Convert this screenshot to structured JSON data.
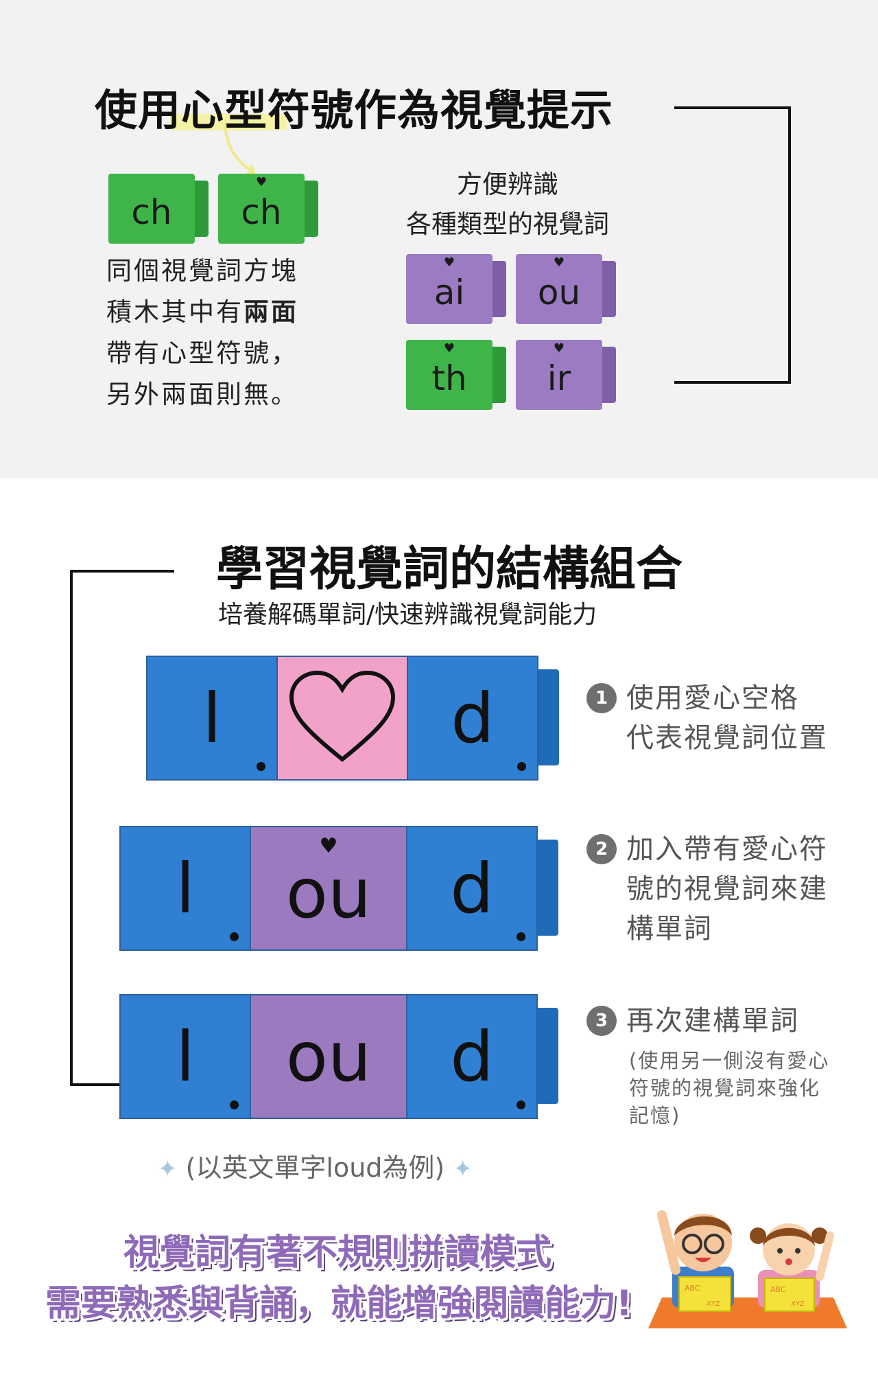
{
  "section1": {
    "title": "使用心型符號作為視覺提示",
    "pair_blocks": [
      "ch",
      "ch"
    ],
    "description_lines": [
      "同個視覺詞方塊",
      "積木其中有",
      "兩面",
      "帶有心型符號，",
      "另外兩面則無。"
    ],
    "caption_lines": [
      "方便辨識",
      "各種類型的視覺詞"
    ],
    "grid_blocks": [
      {
        "text": "ai",
        "color": "purple"
      },
      {
        "text": "ou",
        "color": "purple"
      },
      {
        "text": "th",
        "color": "green"
      },
      {
        "text": "ir",
        "color": "purple"
      }
    ],
    "heart_symbol": "♥"
  },
  "section2": {
    "title": "學習視覺詞的結構組合",
    "subtitle": "培養解碼單詞/快速辨識視覺詞能力",
    "rows": [
      {
        "left": "l",
        "middle": "",
        "right": "d",
        "middle_color": "pink",
        "middle_heart": true
      },
      {
        "left": "l",
        "middle": "ou",
        "right": "d",
        "middle_color": "purple",
        "middle_heart": true
      },
      {
        "left": "l",
        "middle": "ou",
        "right": "d",
        "middle_color": "purple",
        "middle_heart": false
      }
    ],
    "steps": [
      {
        "num": "1",
        "lines": [
          "使用愛心空格",
          "代表視覺詞位置"
        ]
      },
      {
        "num": "2",
        "lines": [
          "加入帶有愛心符",
          "號的視覺詞來建",
          "構單詞"
        ]
      },
      {
        "num": "3",
        "lines": [
          "再次建構單詞"
        ],
        "note_lines": [
          "(使用另一側沒有愛心",
          "符號的視覺詞來強化",
          "記憶)"
        ]
      }
    ],
    "example": "(以英文單字loud為例)",
    "star_icon": "✦"
  },
  "banner": {
    "line1": "視覺詞有著不規則拼讀模式",
    "line2": "需要熟悉與背誦，就能增強閱讀能力!",
    "book_labels": [
      "ABC",
      "XYZ",
      "ABC",
      "XYZ"
    ]
  },
  "colors": {
    "green": "#3fb549",
    "purple": "#9b7bc1",
    "blue": "#2f80d2",
    "pink": "#f2a2c8",
    "banner_purple": "#8f6ab8"
  }
}
